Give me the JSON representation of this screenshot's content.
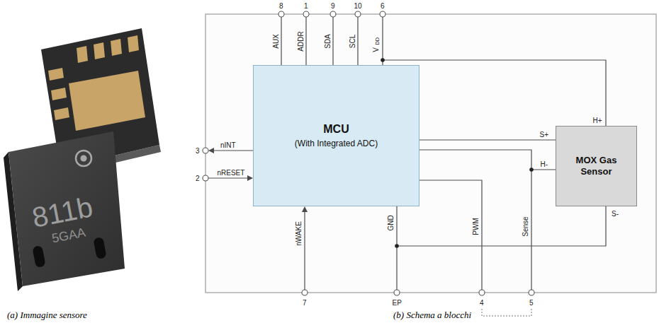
{
  "diagram": {
    "nodes": [
      {
        "text": [
          "MCU",
          "(With Integrated ADC)"
        ]
      },
      {
        "text": [
          "MOX Gas Sensor"
        ]
      }
    ],
    "edges": [
      {
        "from": 0,
        "to": 1,
        "arrow": "none"
      }
    ],
    "labels": [
      "8",
      "1",
      "9",
      "10",
      "6",
      "AUX",
      "ADDR",
      "SDA",
      "SCL",
      "V",
      "DD",
      "nINT",
      "3",
      "nRESET",
      "2",
      "nWAKE",
      "7",
      "GND",
      "EP",
      "PWM",
      "Sense",
      "4",
      "5",
      "S+",
      "H+",
      "H-",
      "S-",
      "811b",
      "5GAA",
      "(a) Immagine sensore",
      "(b) Schema a blocchi"
    ]
  }
}
